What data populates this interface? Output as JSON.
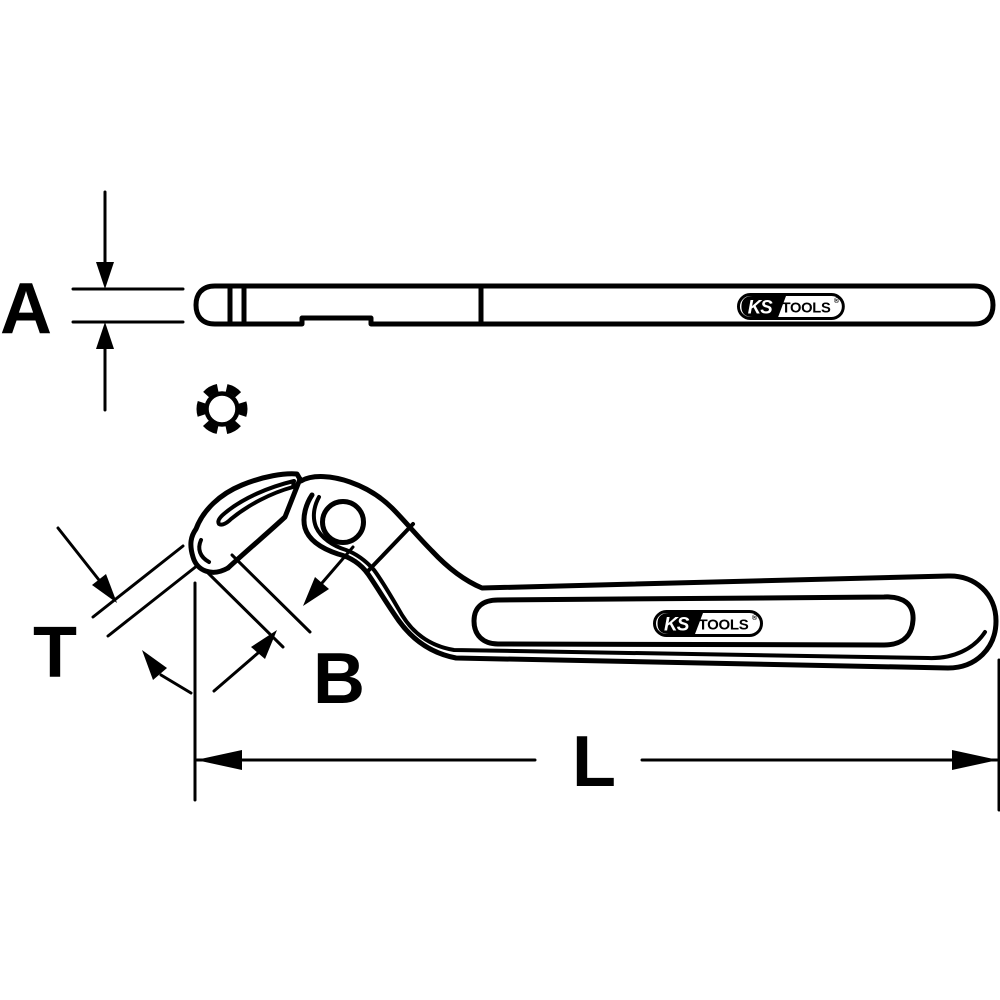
{
  "diagram": {
    "background": "#ffffff",
    "line_color": "#000000",
    "dimension_labels": {
      "a": "A",
      "t": "T",
      "b": "B",
      "l": "L"
    },
    "logo": {
      "ks": "KS",
      "tools": "TOOLS",
      "reg": "®"
    }
  }
}
